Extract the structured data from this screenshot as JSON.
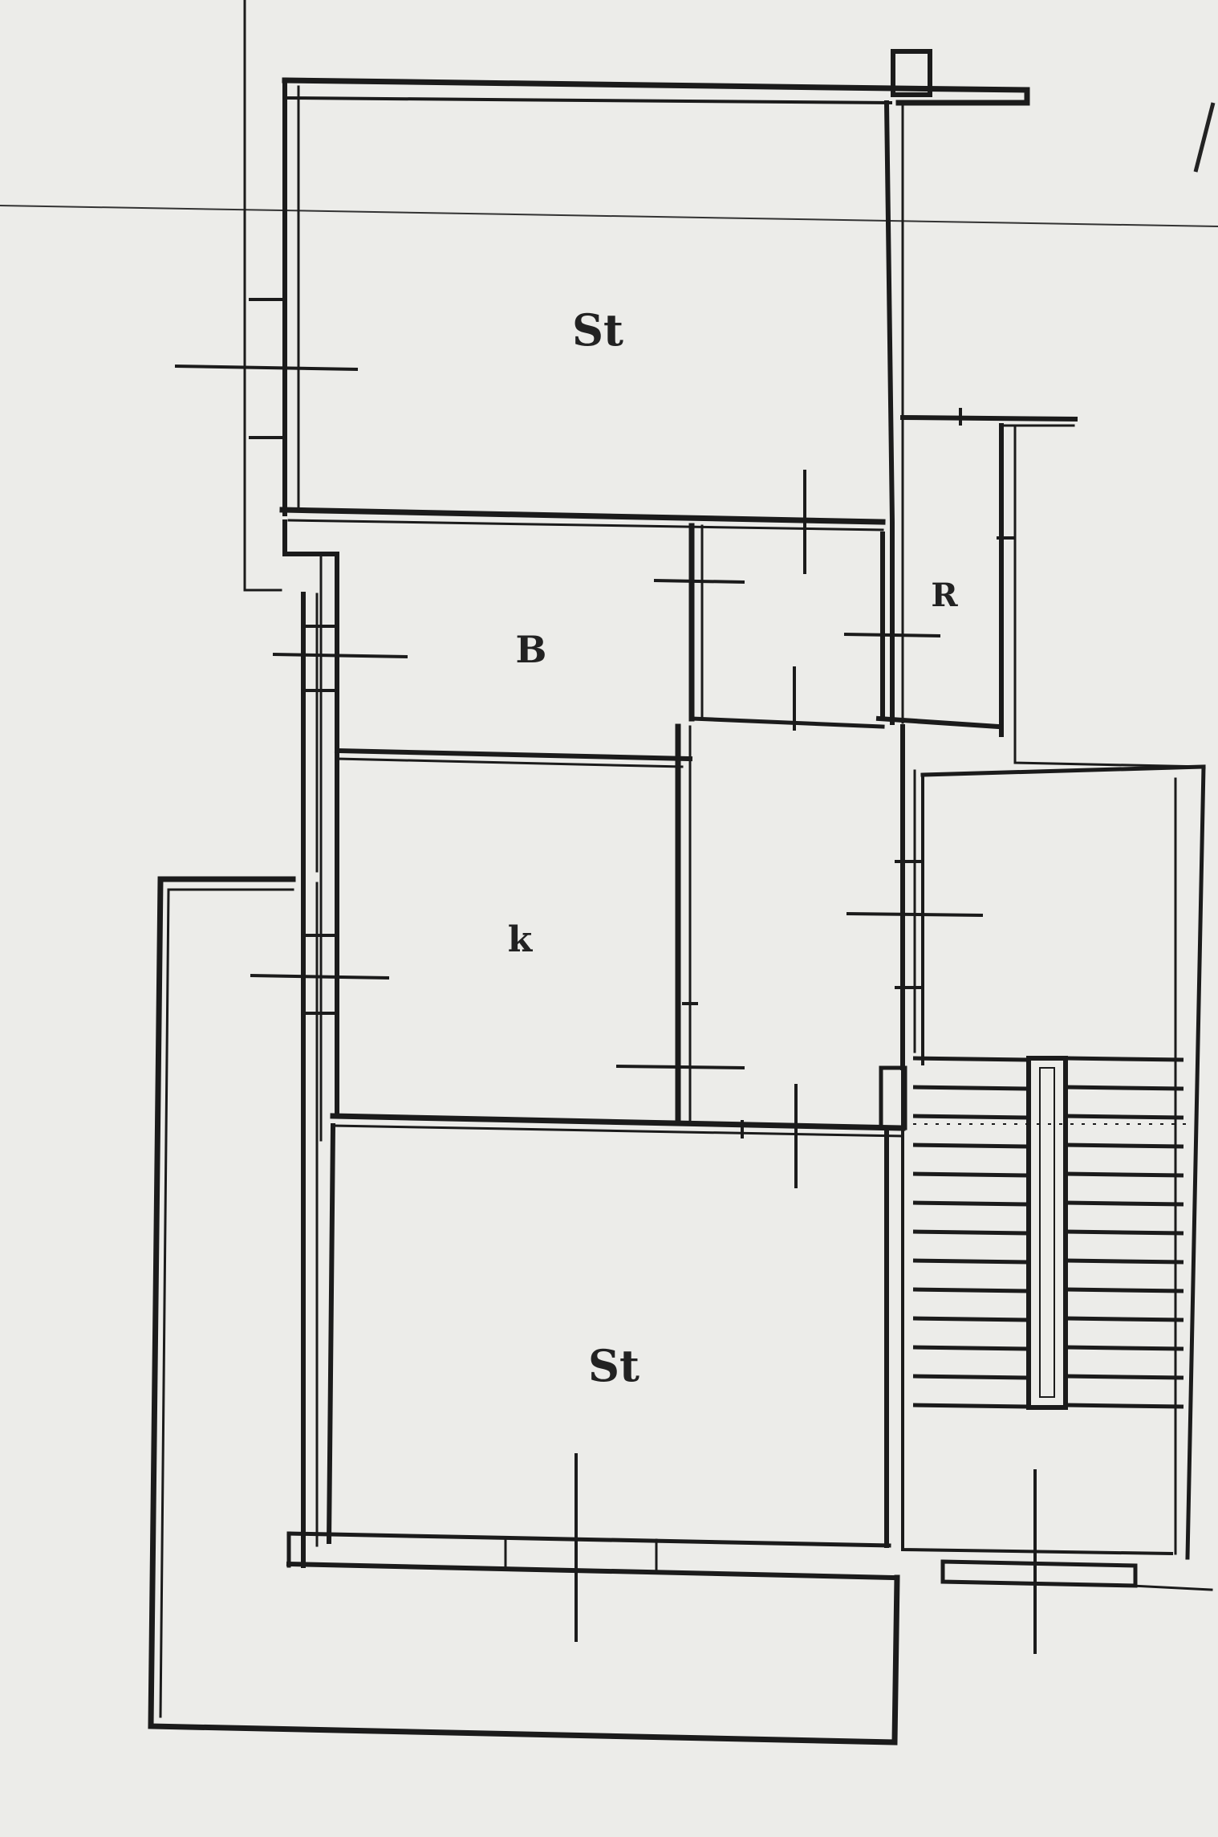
{
  "colors": {
    "paper": "#ecece9",
    "ink": "#1b1b1b"
  },
  "rooms": [
    {
      "id": "upper-living",
      "label": "St"
    },
    {
      "id": "bathroom",
      "label": "B"
    },
    {
      "id": "small-room",
      "label": "R"
    },
    {
      "id": "kitchen",
      "label": "k"
    },
    {
      "id": "lower-living",
      "label": "St"
    }
  ]
}
